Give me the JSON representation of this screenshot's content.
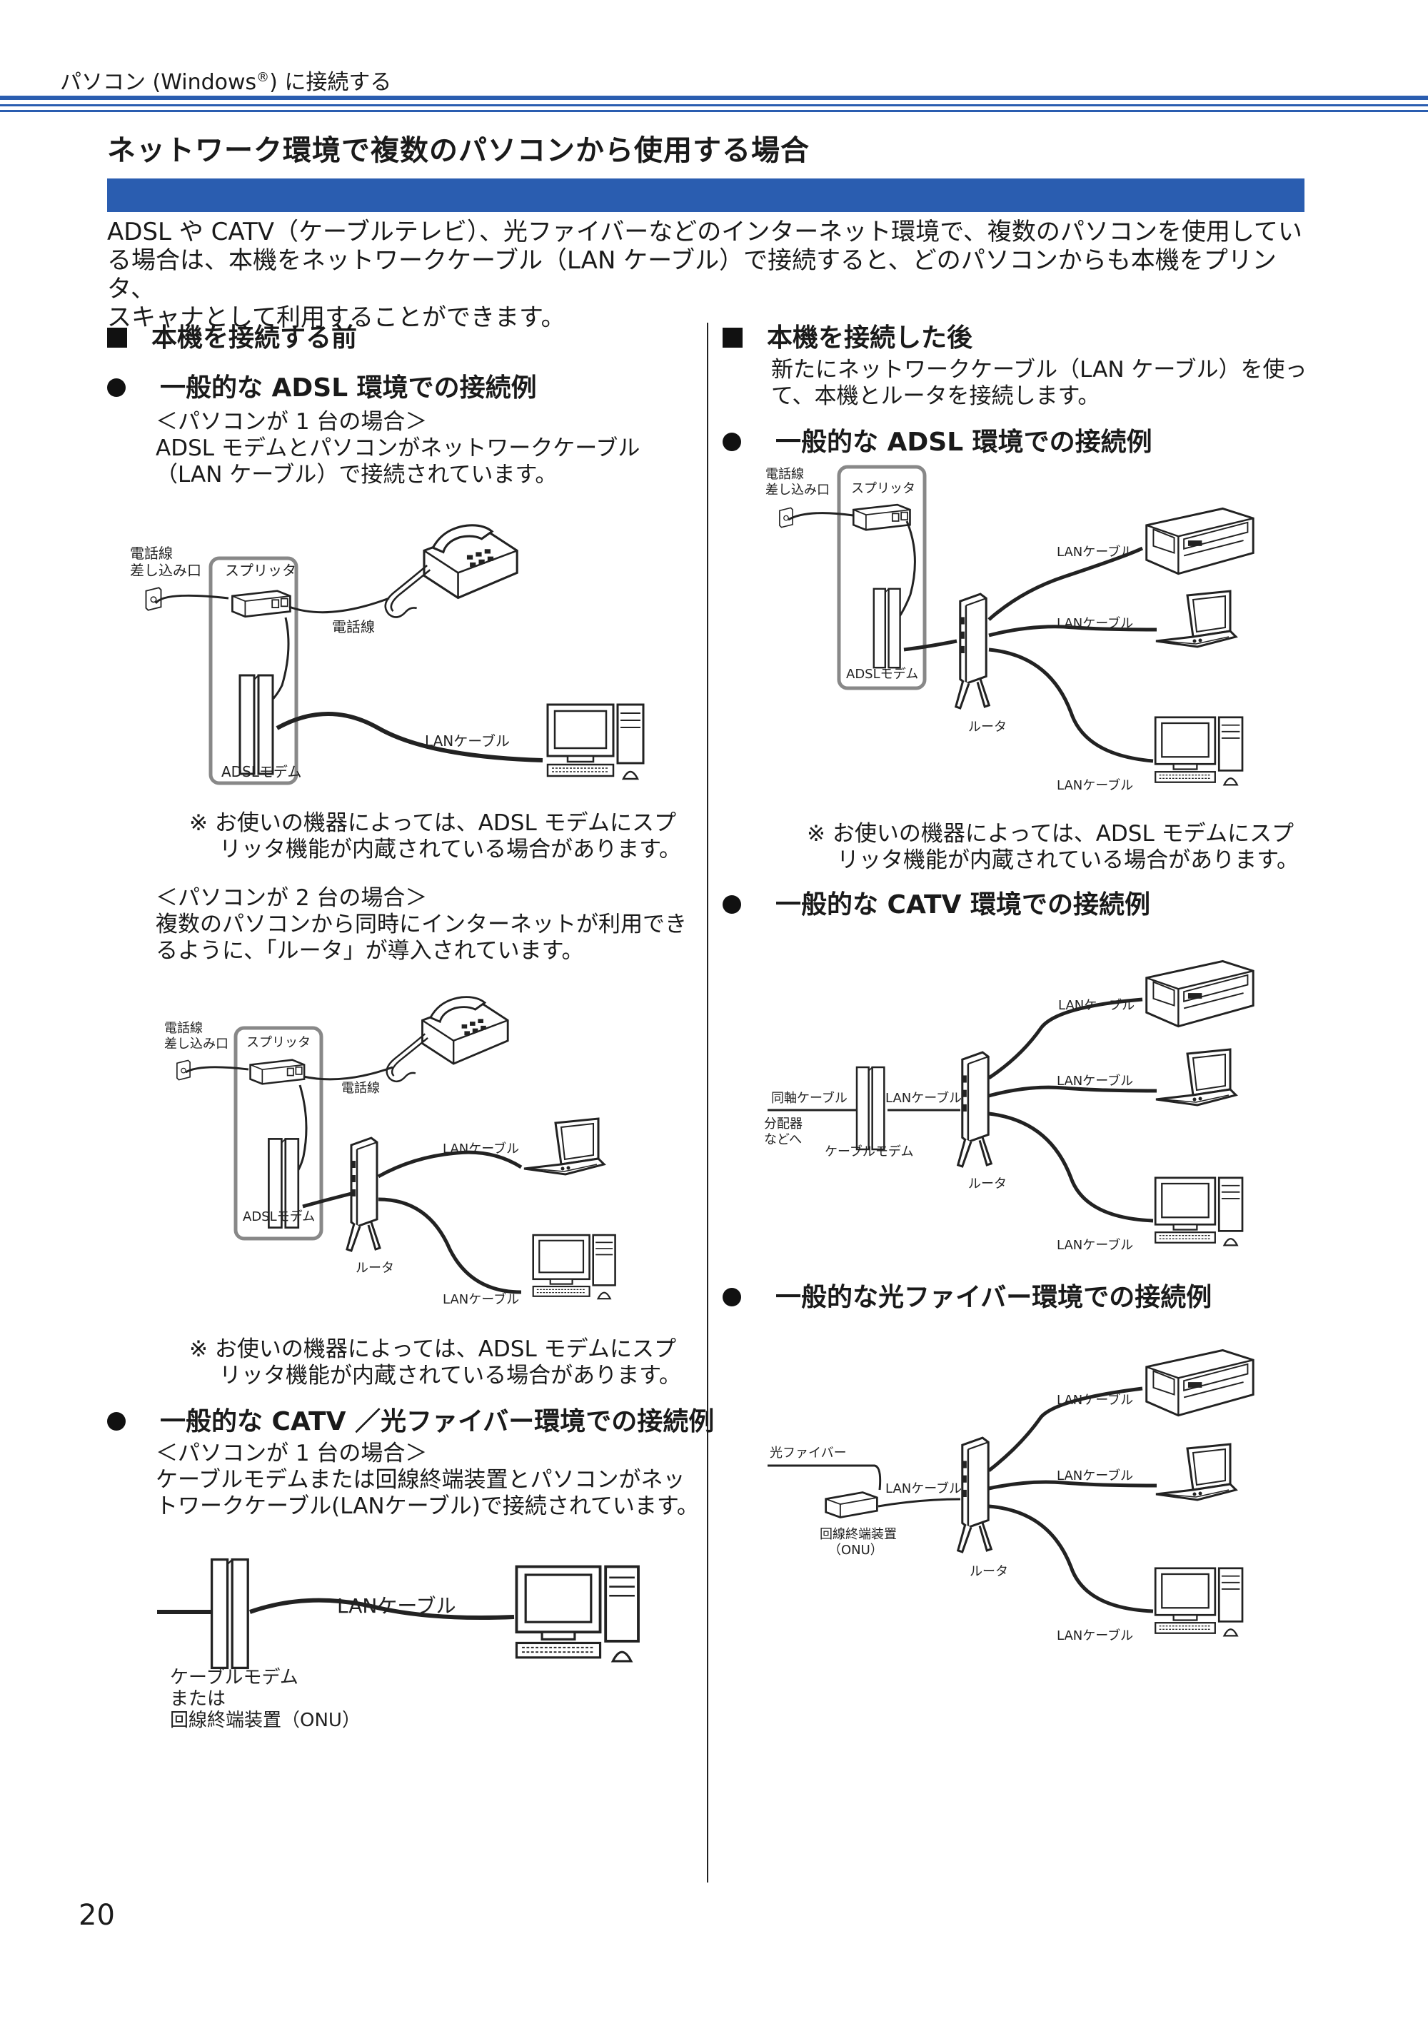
{
  "header": {
    "label": "パソコン (Windows",
    "reg": "®",
    "label_suffix": ") に接続する"
  },
  "page_title": "ネットワーク環境で複数のパソコンから使用する場合",
  "intro": [
    "ADSL や CATV（ケーブルテレビ）、光ファイバーなどのインターネット環境で、複数のパソコンを使用してい",
    "る場合は、本機をネットワークケーブル（LAN ケーブル）で接続すると、どのパソコンからも本機をプリンタ、",
    "スキャナとして利用することができます。"
  ],
  "left": {
    "section_title": "本機を接続する前",
    "adsl_title": "一般的な ADSL 環境での接続例",
    "case1_lines": [
      "＜パソコンが 1 台の場合＞",
      "ADSL モデムとパソコンがネットワークケーブル",
      "（LAN ケーブル）で接続されています。"
    ],
    "diagram1": {
      "phone_jack": [
        "電話線",
        "差し込み口"
      ],
      "splitter": "スプリッタ",
      "phone_line": "電話線",
      "lan_cable": "LANケーブル",
      "modem": "ADSLモデム"
    },
    "note1": [
      "※ お使いの機器によっては、ADSL モデムにスプ",
      "リッタ機能が内蔵されている場合があります。"
    ],
    "case2_lines": [
      "＜パソコンが 2 台の場合＞",
      "複数のパソコンから同時にインターネットが利用でき",
      "るように、「ルータ」が導入されています。"
    ],
    "diagram2": {
      "phone_jack": [
        "電話線",
        "差し込み口"
      ],
      "splitter": "スプリッタ",
      "phone_line": "電話線",
      "lan_cable_1": "LANケーブル",
      "lan_cable_2": "LANケーブル",
      "modem": "ADSLモデム",
      "router": "ルータ"
    },
    "note2": [
      "※ お使いの機器によっては、ADSL モデムにスプ",
      "リッタ機能が内蔵されている場合があります。"
    ],
    "catv_title": "一般的な CATV ／光ファイバー環境での接続例",
    "case3_lines": [
      "＜パソコンが 1 台の場合＞",
      "ケーブルモデムまたは回線終端装置とパソコンがネッ",
      "トワークケーブル(LANケーブル)で接続されています。"
    ],
    "diagram3": {
      "lan_cable": "LANケーブル",
      "device_label": [
        "ケーブルモデム",
        "または",
        "回線終端装置（ONU）"
      ]
    }
  },
  "right": {
    "section_title": "本機を接続した後",
    "desc": [
      "新たにネットワークケーブル（LAN ケーブル）を使っ",
      "て、本機とルータを接続します。"
    ],
    "adsl_title": "一般的な ADSL 環境での接続例",
    "diagram4": {
      "phone_jack": [
        "電話線",
        "差し込み口"
      ],
      "splitter": "スプリッタ",
      "modem": "ADSLモデム",
      "router": "ルータ",
      "lan_1": "LANケーブル",
      "lan_2": "LANケーブル",
      "lan_3": "LANケーブル"
    },
    "note": [
      "※ お使いの機器によっては、ADSL モデムにスプ",
      "リッタ機能が内蔵されている場合があります。"
    ],
    "catv_title": "一般的な CATV 環境での接続例",
    "diagram5": {
      "coax": "同軸ケーブル",
      "splitter_to": [
        "分配器",
        "などへ"
      ],
      "modem": "ケーブルモデム",
      "lan_modem": "LANケーブル",
      "router": "ルータ",
      "lan_1": "LANケーブル",
      "lan_2": "LANケーブル",
      "lan_3": "LANケーブル"
    },
    "fiber_title": "一般的な光ファイバー環境での接続例",
    "diagram6": {
      "fiber": "光ファイバー",
      "onu": [
        "回線終端装置",
        "（ONU）"
      ],
      "lan_onu": "LANケーブル",
      "router": "ルータ",
      "lan_1": "LANケーブル",
      "lan_2": "LANケーブル",
      "lan_3": "LANケーブル"
    }
  },
  "page_number": "20"
}
